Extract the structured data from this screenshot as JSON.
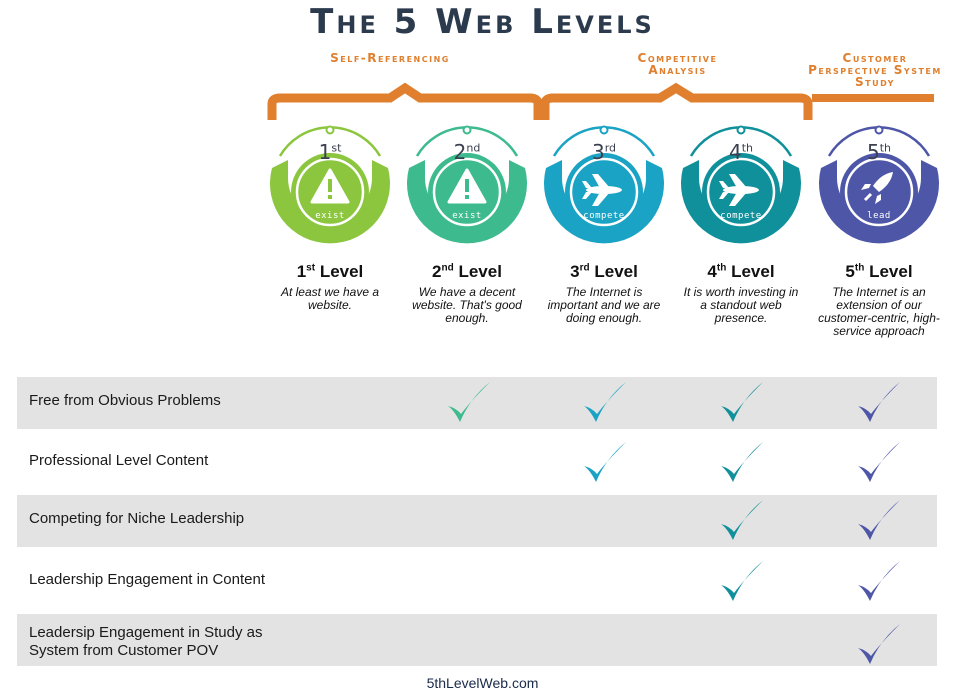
{
  "title": "The 5 Web Levels",
  "groups": [
    {
      "label": "Self-Referencing"
    },
    {
      "label": "Competitive Analysis"
    },
    {
      "label": "Customer Perspective System Study"
    }
  ],
  "levels": [
    {
      "ordinal_num": "1",
      "ordinal_suffix": "st",
      "icon": "warning-icon",
      "icon_label": "exist",
      "name": "Level",
      "description": "At least we have a website.",
      "color": "#8cc63f",
      "dark": "#6aa82a"
    },
    {
      "ordinal_num": "2",
      "ordinal_suffix": "nd",
      "icon": "warning-icon",
      "icon_label": "exist",
      "name": "Level",
      "description": "We have a decent website. That's good enough.",
      "color": "#3dbb8e",
      "dark": "#2a9a72"
    },
    {
      "ordinal_num": "3",
      "ordinal_suffix": "rd",
      "icon": "airplane-icon",
      "icon_label": "compete",
      "name": "Level",
      "description": "The Internet is important and we are doing enough.",
      "color": "#1aa3c4",
      "dark": "#1284a2"
    },
    {
      "ordinal_num": "4",
      "ordinal_suffix": "th",
      "icon": "airplane-icon",
      "icon_label": "compete",
      "name": "Level",
      "description": "It is worth investing in a standout web presence.",
      "color": "#10909a",
      "dark": "#0b737b"
    },
    {
      "ordinal_num": "5",
      "ordinal_suffix": "th",
      "icon": "rocket-icon",
      "icon_label": "lead",
      "name": "Level",
      "description": "The Internet is an extension of our customer-centric, high-service approach",
      "color": "#4e56a8",
      "dark": "#3a4190"
    }
  ],
  "rows": [
    {
      "label": "Free from Obvious Problems",
      "checks": [
        false,
        true,
        true,
        true,
        true
      ]
    },
    {
      "label": "Professional Level Content",
      "checks": [
        false,
        false,
        true,
        true,
        true
      ]
    },
    {
      "label": "Competing for Niche Leadership",
      "checks": [
        false,
        false,
        false,
        true,
        true
      ]
    },
    {
      "label": "Leadership Engagement in Content",
      "checks": [
        false,
        false,
        false,
        true,
        true
      ]
    },
    {
      "label": "Leadersip Engagement in Study as System from Customer POV",
      "checks": [
        false,
        false,
        false,
        false,
        true
      ]
    }
  ],
  "footer": "5thLevelWeb.com"
}
